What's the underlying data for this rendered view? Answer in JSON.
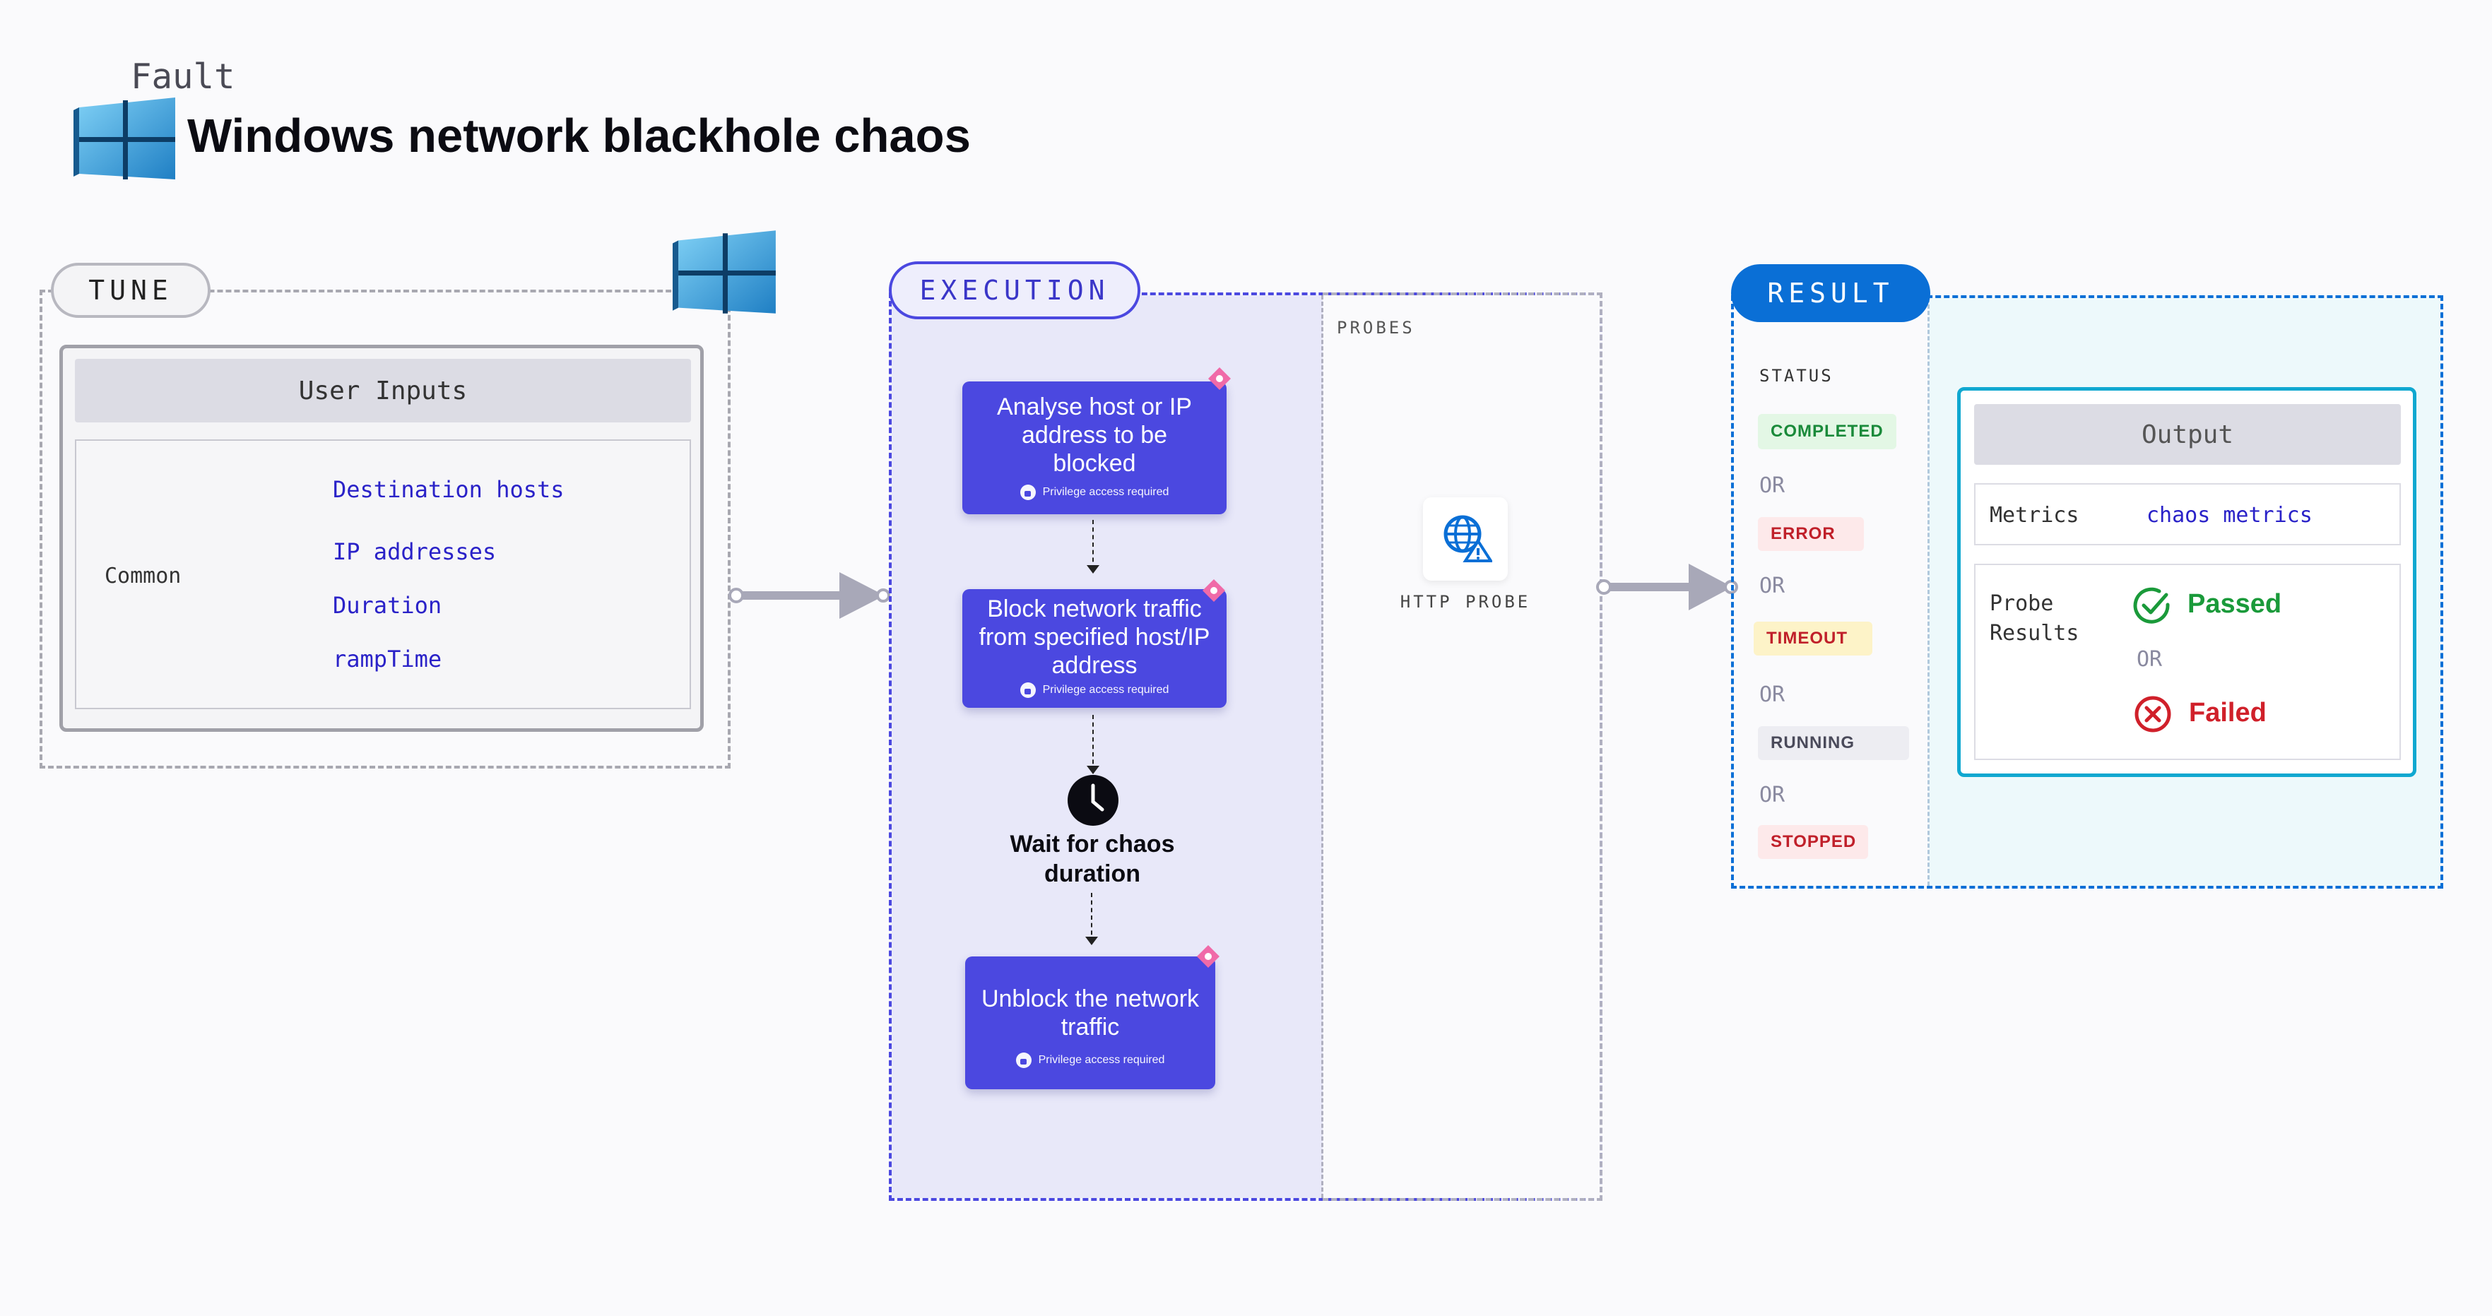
{
  "header": {
    "fault_label": "Fault",
    "title": "Windows network blackhole chaos"
  },
  "tune": {
    "pill": "TUNE",
    "user_inputs_header": "User Inputs",
    "group_label": "Common",
    "inputs": [
      "Destination hosts",
      "IP addresses",
      "Duration",
      "rampTime"
    ]
  },
  "execution": {
    "pill": "EXECUTION",
    "probes_label": "PROBES",
    "steps": [
      {
        "text": "Analyse host or IP address to be blocked",
        "privilege": "Privilege access required"
      },
      {
        "text": "Block network traffic from specified host/IP address",
        "privilege": "Privilege access required"
      },
      {
        "text": "Unblock the network traffic",
        "privilege": "Privilege access required"
      }
    ],
    "wait_text": "Wait for chaos duration",
    "probe_name": "HTTP PROBE"
  },
  "result": {
    "pill": "RESULT",
    "status_label": "STATUS",
    "statuses": [
      {
        "label": "COMPLETED",
        "color": "#1a8a3a",
        "bg": "#e3f7e5"
      },
      {
        "label": "ERROR",
        "color": "#c0202a",
        "bg": "#fde9ea"
      },
      {
        "label": "TIMEOUT",
        "color": "#c0202a",
        "bg": "#fdf3c8"
      },
      {
        "label": "RUNNING",
        "color": "#4a4a5a",
        "bg": "#ededf2"
      },
      {
        "label": "STOPPED",
        "color": "#c0202a",
        "bg": "#fde9ea"
      }
    ],
    "or_label": "OR",
    "output_header": "Output",
    "metrics_label": "Metrics",
    "metrics_value": "chaos metrics",
    "probe_results_label": "Probe Results",
    "passed": "Passed",
    "failed": "Failed",
    "colors": {
      "passed": "#1a9a3a",
      "failed": "#d0202a",
      "accent": "#0a6fd6",
      "exec": "#4b48e0"
    }
  }
}
